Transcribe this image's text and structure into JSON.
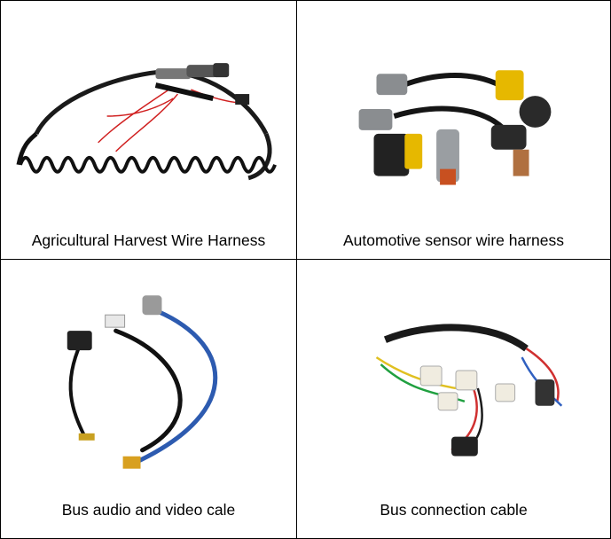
{
  "products": [
    {
      "caption": "Agricultural Harvest Wire Harness",
      "icon": "coiled-harness-photo"
    },
    {
      "caption": "Automotive sensor wire harness",
      "icon": "sensor-harness-photo"
    },
    {
      "caption": "Bus audio and video cale",
      "icon": "av-cable-photo"
    },
    {
      "caption": "Bus connection cable",
      "icon": "connection-cable-photo"
    }
  ],
  "colors": {
    "border": "#000000",
    "background": "#ffffff",
    "text": "#000000"
  }
}
